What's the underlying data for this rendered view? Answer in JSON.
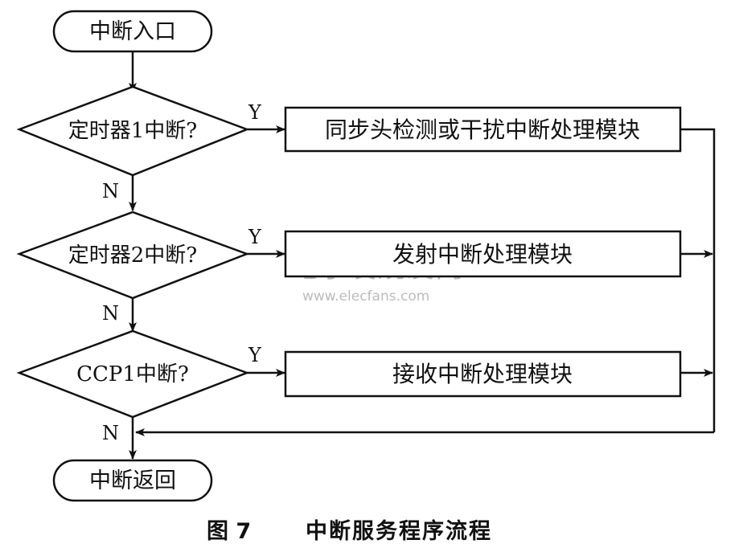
{
  "nodes": {
    "start": "中断入口",
    "d1": "定时器1中断?",
    "p1": "同步头检测或干扰中断处理模块",
    "d2": "定时器2中断?",
    "p2": "发射中断处理模块",
    "d3": "CCP1中断?",
    "p3": "接收中断处理模块",
    "end": "中断返回"
  },
  "edge_labels": {
    "yes": "Y",
    "no": "N"
  },
  "caption": {
    "figure_number": "图 7",
    "title": "中断服务程序流程"
  },
  "watermark": {
    "chinese": "电子发烧友网",
    "url": "www.elecfans.com"
  },
  "colors": {
    "line": "#111111",
    "watermark": "#b9b9b9"
  }
}
